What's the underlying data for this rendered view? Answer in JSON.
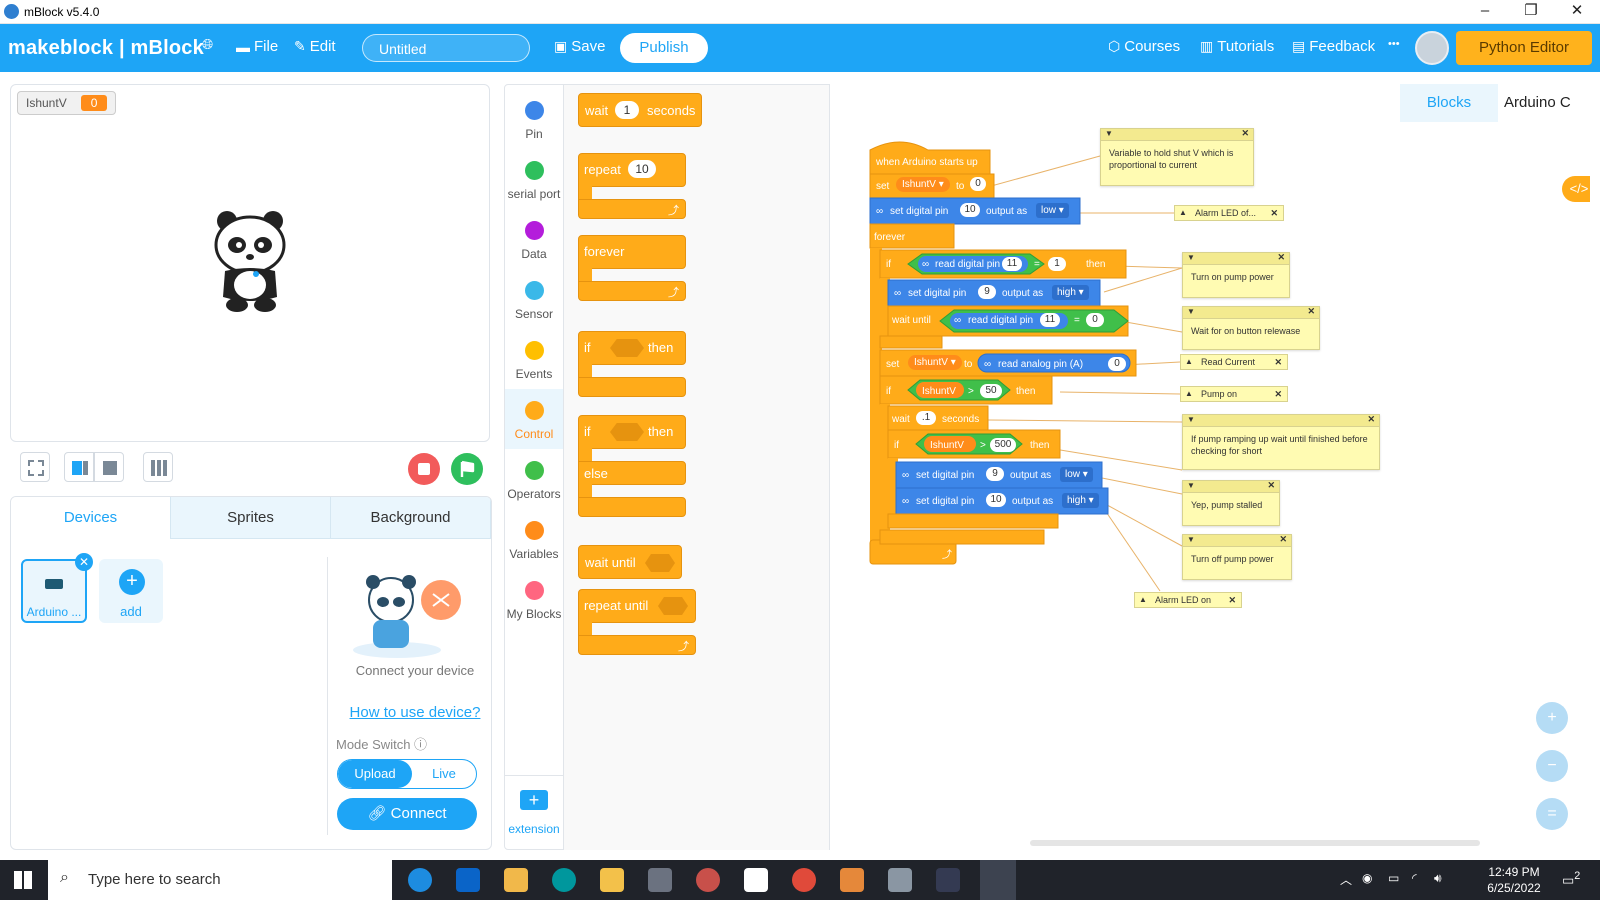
{
  "window": {
    "title": "mBlock v5.4.0",
    "min": "–",
    "max": "❐",
    "close": "✕"
  },
  "appbar": {
    "brand": "makeblock | mBlock",
    "file": "File",
    "edit": "Edit",
    "project_title": "Untitled",
    "save": "Save",
    "publish": "Publish",
    "courses": "Courses",
    "tutorials": "Tutorials",
    "feedback": "Feedback",
    "more": "•••",
    "python_editor": "Python Editor"
  },
  "stage": {
    "var_name": "IshuntV",
    "var_value": "0"
  },
  "tabs": [
    "Devices",
    "Sprites",
    "Background"
  ],
  "devices": {
    "device_label": "Arduino ...",
    "add_label": "add",
    "connect_text": "Connect your device",
    "how_link": "How to use device?",
    "mode_switch": "Mode Switch",
    "upload": "Upload",
    "live": "Live",
    "connect": "Connect"
  },
  "categories": [
    {
      "name": "Pin",
      "color": "#3d86e8"
    },
    {
      "name": "serial port",
      "color": "#2ebf5d"
    },
    {
      "name": "Data",
      "color": "#b41ddb"
    },
    {
      "name": "Sensor",
      "color": "#3ab8e8"
    },
    {
      "name": "Events",
      "color": "#ffbf00"
    },
    {
      "name": "Control",
      "color": "#ffab19"
    },
    {
      "name": "Operators",
      "color": "#40bf4a"
    },
    {
      "name": "Variables",
      "color": "#ff8c1a"
    },
    {
      "name": "My Blocks",
      "color": "#ff6680"
    }
  ],
  "extension": "extension",
  "palette": {
    "wait": "wait",
    "wait_val": "1",
    "seconds": "seconds",
    "repeat": "repeat",
    "repeat_val": "10",
    "forever": "forever",
    "if": "if",
    "then": "then",
    "else": "else",
    "wait_until": "wait until",
    "repeat_until": "repeat until",
    "loop_arrow": "⤴"
  },
  "workspace": {
    "tab_blocks": "Blocks",
    "tab_arduino": "Arduino C",
    "code_btn": "</>",
    "zoom_in": "+",
    "zoom_out": "−",
    "zoom_reset": "="
  },
  "script": {
    "hat": "when Arduino starts up",
    "set": "set",
    "var": "IshuntV ▾",
    "to": "to",
    "zero": "0",
    "sdp": "set digital pin",
    "output_as": "output as",
    "pin10": "10",
    "low": "low ▾",
    "high": "high ▾",
    "forever": "forever",
    "if": "if",
    "then": "then",
    "rdp": "read digital pin",
    "pin11": "11",
    "eq": "=",
    "one": "1",
    "pin9": "9",
    "wait_until": "wait until",
    "rap": "read analog pin (A)",
    "var_plain": "IshuntV",
    "gt": ">",
    "fifty": "50",
    "five_hundred": "500",
    "wait": "wait",
    "dot1": ".1",
    "seconds": "seconds",
    "loop_arrow": "⤴"
  },
  "comments": {
    "c1": "Variable to hold shut V which is proportional to current",
    "c2": "Alarm LED of...",
    "c3": "Turn on pump power",
    "c4": "Wait for on button relewase",
    "c5": "Read Current",
    "c6": "Pump on",
    "c7": "If pump ramping up wait until finished before checking for short",
    "c8": "Yep, pump stalled",
    "c9": "Turn off pump power",
    "c10": "Alarm LED on"
  },
  "taskbar": {
    "search": "Type here to search",
    "time": "12:49 PM",
    "date": "6/25/2022",
    "notif": "2"
  }
}
